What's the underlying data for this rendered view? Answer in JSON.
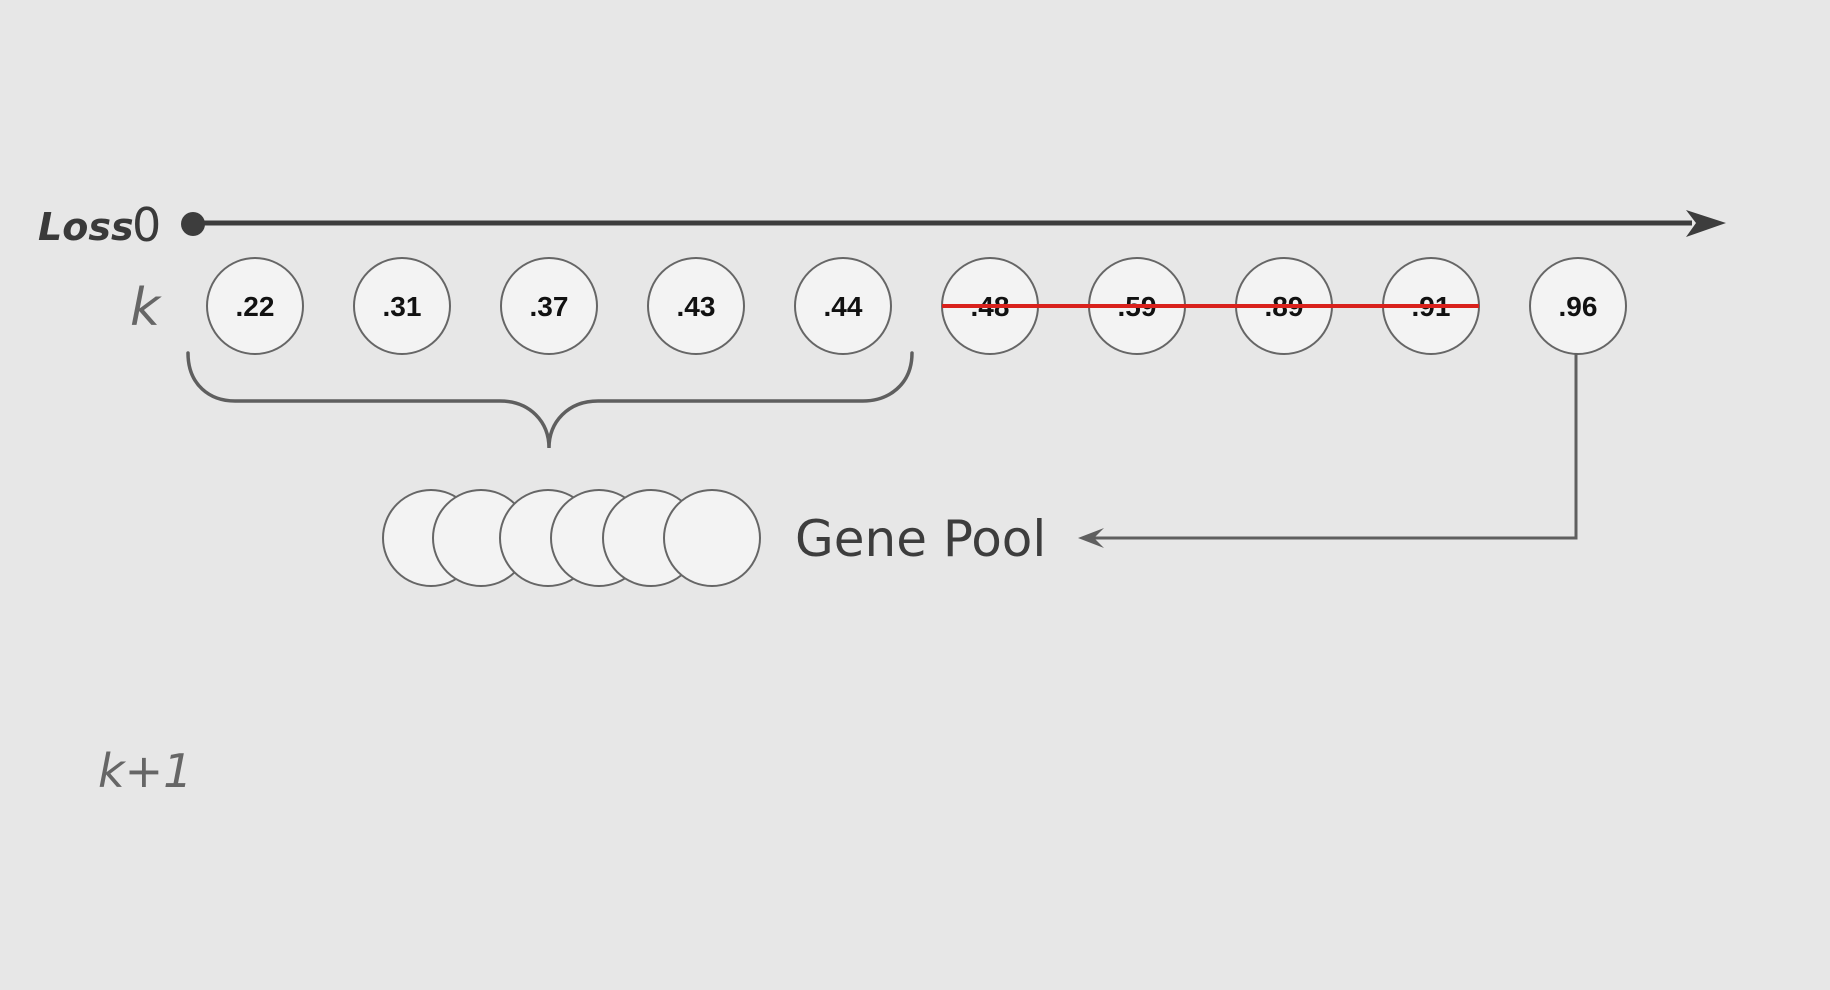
{
  "axis": {
    "loss_label": "Loss",
    "origin_label": "0"
  },
  "generation_k": {
    "label": "k",
    "individuals": [
      {
        "value": ".22",
        "status": "selected"
      },
      {
        "value": ".31",
        "status": "selected"
      },
      {
        "value": ".37",
        "status": "selected"
      },
      {
        "value": ".43",
        "status": "selected"
      },
      {
        "value": ".44",
        "status": "selected"
      },
      {
        "value": ".48",
        "status": "eliminated"
      },
      {
        "value": ".59",
        "status": "eliminated"
      },
      {
        "value": ".89",
        "status": "eliminated"
      },
      {
        "value": ".91",
        "status": "eliminated"
      },
      {
        "value": ".96",
        "status": "survivor"
      }
    ]
  },
  "gene_pool": {
    "label": "Gene Pool",
    "member_count": 6
  },
  "generation_k_plus_1": {
    "label": "k+1"
  },
  "colors": {
    "background": "#e7e7e7",
    "axis": "#3d3d3d",
    "node_fill": "#f3f3f3",
    "node_stroke": "#666666",
    "strike": "#d9211c",
    "connector": "#5f5f5f"
  }
}
